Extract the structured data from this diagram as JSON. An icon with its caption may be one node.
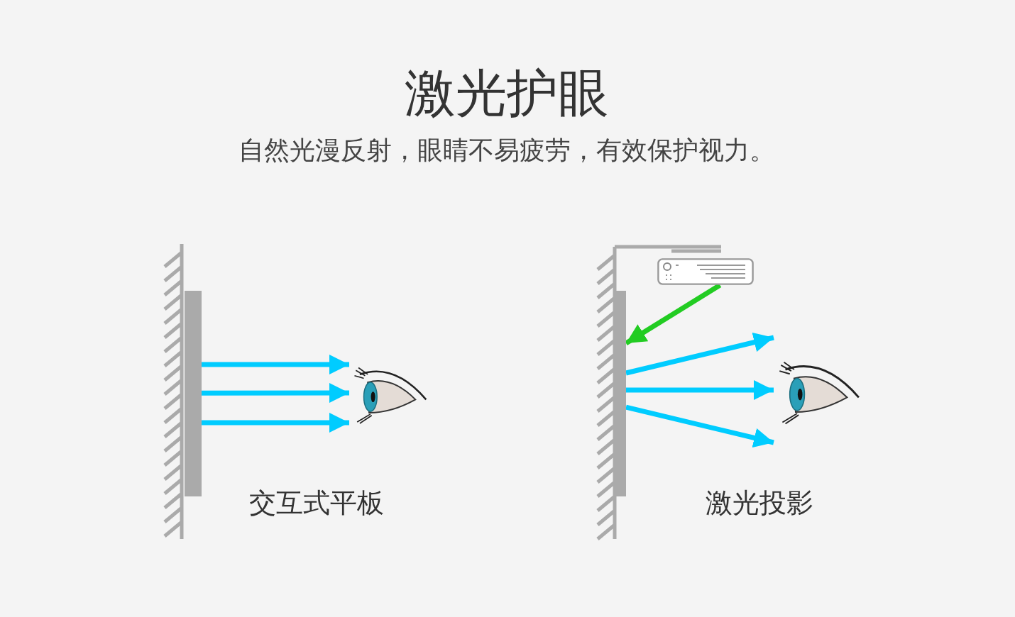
{
  "diagram": {
    "title": "激光护眼",
    "nodes": [
      {
        "text": [],
        "shape": "bar"
      },
      {
        "text": [],
        "shape": "eye"
      },
      {
        "text": [],
        "shape": "projector"
      },
      {
        "text": [],
        "shape": "bar"
      },
      {
        "text": [],
        "shape": "eye"
      }
    ],
    "edges": [
      {
        "from": 0,
        "to": 1,
        "arrow": "to"
      },
      {
        "from": 0,
        "to": 1,
        "arrow": "to"
      },
      {
        "from": 0,
        "to": 1,
        "arrow": "to"
      },
      {
        "from": 2,
        "to": 3,
        "arrow": "to",
        "color": "#22cc22"
      },
      {
        "from": 3,
        "to": 4,
        "arrow": "to"
      },
      {
        "from": 3,
        "to": 4,
        "arrow": "to"
      },
      {
        "from": 3,
        "to": 4,
        "arrow": "to"
      }
    ],
    "labels": [
      "自然光漫反射，眼睛不易疲劳，有效保护视力。",
      "交互式平板",
      "激光投影"
    ]
  }
}
